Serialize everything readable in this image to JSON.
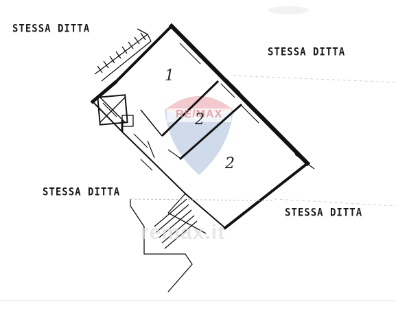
{
  "labels": {
    "top_left": "STESSA DITTA",
    "top_right": "STESSA DITTA",
    "mid_left": "STESSA DITTA",
    "bottom_right": "STESSA DITTA"
  },
  "rooms": {
    "room_a": "1",
    "room_b": "2",
    "room_c": "2"
  },
  "watermark": {
    "brand": "RE/MAX",
    "text": "remax.it"
  },
  "colors": {
    "ink": "#1a1a1a",
    "wall": "#111111",
    "watermark_red": "#e8a0a6",
    "watermark_blue": "#a9bfdc"
  }
}
